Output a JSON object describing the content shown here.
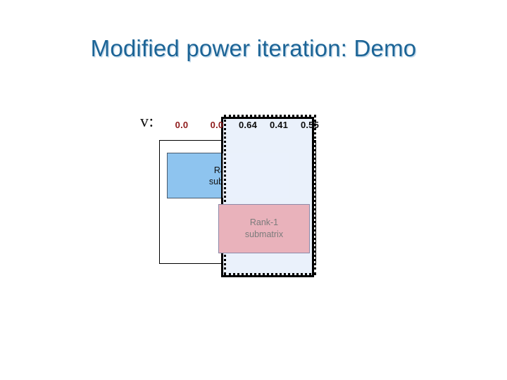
{
  "slide": {
    "title": "Modified power iteration: Demo",
    "title_color": "#1c6496",
    "background": "#ffffff"
  },
  "diagram": {
    "vector": {
      "label": "v:",
      "zero_color": "#8f1b1b",
      "value_color": "#0b0b0b",
      "cells": [
        {
          "text": "0.0",
          "kind": "zero"
        },
        {
          "text": "0.0",
          "kind": "zero"
        },
        {
          "text": "0.64",
          "kind": "val"
        },
        {
          "text": "0.41",
          "kind": "val"
        },
        {
          "text": "0.55",
          "kind": "val"
        }
      ]
    },
    "matrix_outline": {
      "name": "matrix",
      "fill": "#ffffff",
      "stroke": "#000000"
    },
    "column_block": {
      "name": "highlighted-column",
      "fill": "#eaf1fb",
      "stroke": "#000000"
    },
    "dotted_selection": {
      "name": "selection",
      "stroke": "#000000",
      "style": "dotted"
    },
    "blue_box": {
      "line1": "Rank-1",
      "line2": "submatrix",
      "fill": "#8ec4ef",
      "stroke": "#4a5b6e",
      "text_color": "#111111"
    },
    "pink_box": {
      "line1": "Rank-1",
      "line2": "submatrix",
      "fill": "#e9b2bb",
      "stroke": "#8e8aa8",
      "text_color": "#7b7b7b"
    }
  }
}
